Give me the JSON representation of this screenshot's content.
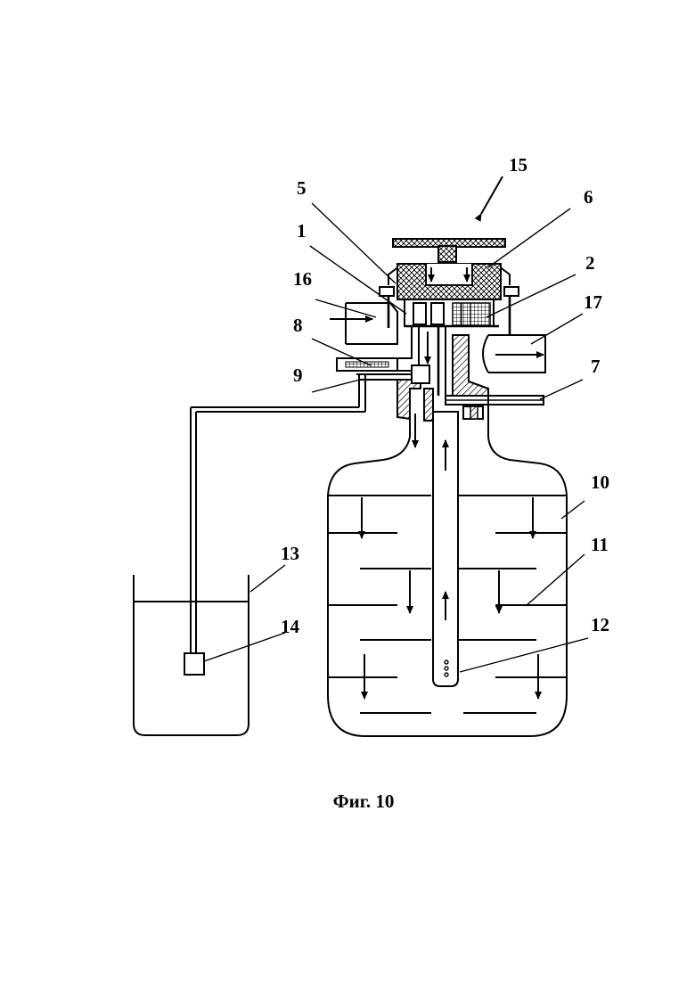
{
  "labels": {
    "l1": "1",
    "l2": "2",
    "l5": "5",
    "l6": "6",
    "l7": "7",
    "l8": "8",
    "l9": "9",
    "l10": "10",
    "l11": "11",
    "l12": "12",
    "l13": "13",
    "l14": "14",
    "l15": "15",
    "l16": "16",
    "l17": "17"
  },
  "caption": "Фиг. 10"
}
